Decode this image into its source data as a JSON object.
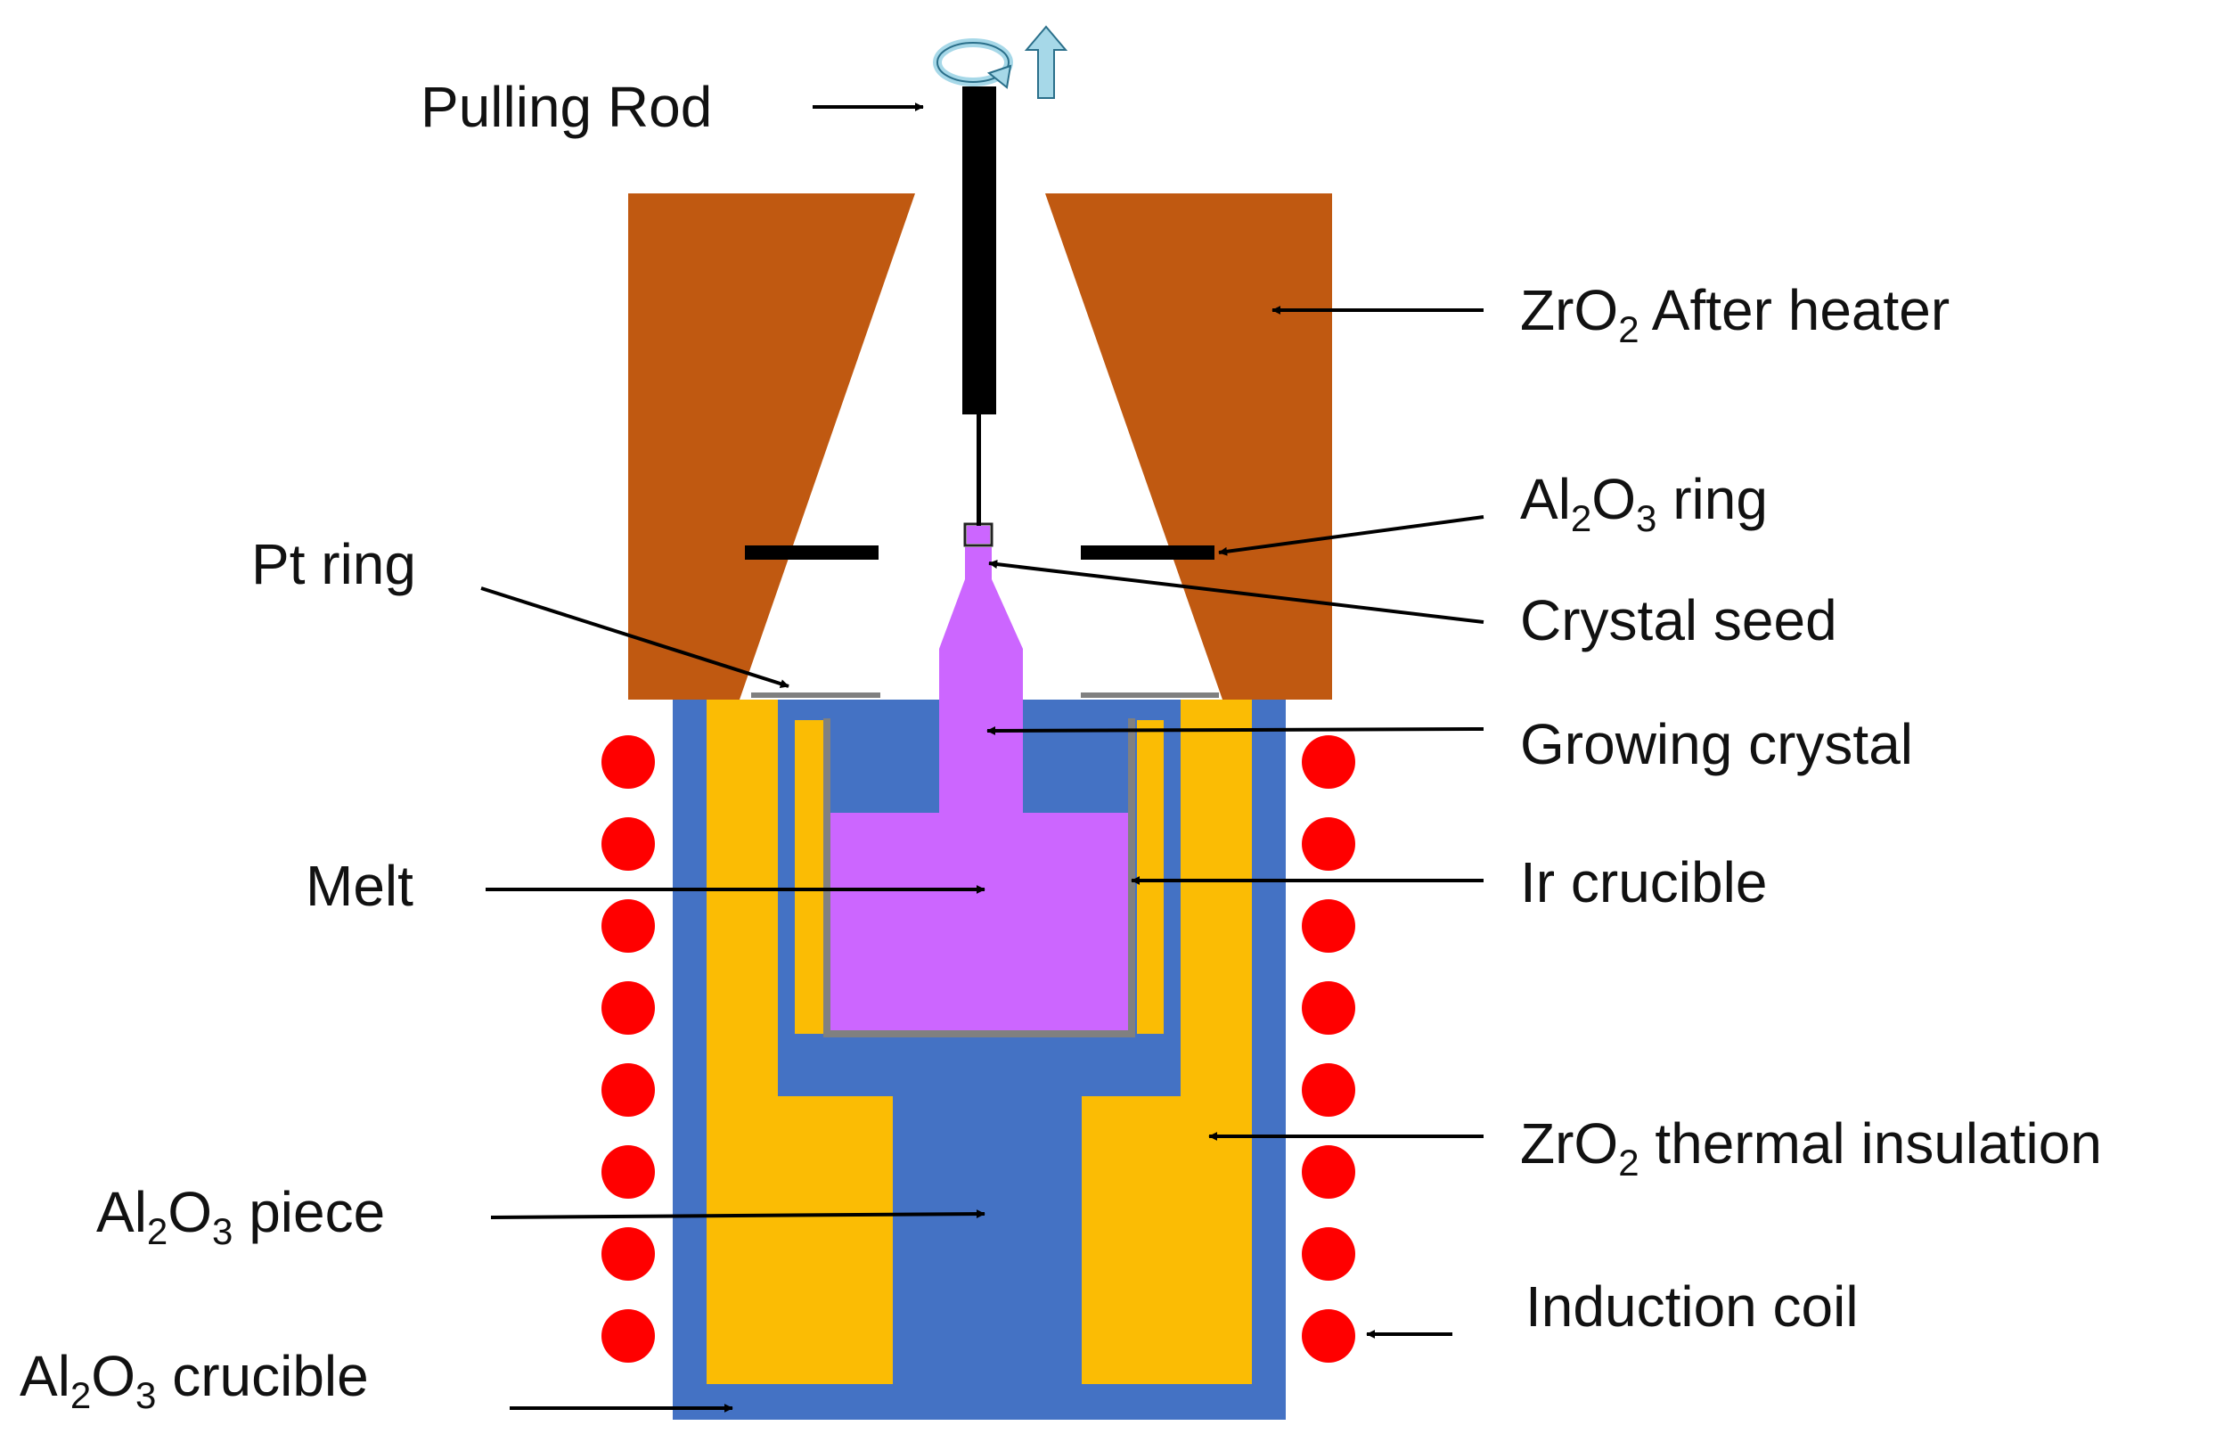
{
  "colors": {
    "after_heater": "#c05911",
    "al2o3": "#4472c4",
    "zro2_insulation": "#fbbc04",
    "melt_crystal": "#cc66ff",
    "ir_crucible": "#808080",
    "coil": "#ff0000",
    "rod": "#000000",
    "rotation_arrow": "#a6d8e8"
  },
  "icons": {
    "rotation": "rotation-arrow-icon",
    "pull": "up-arrow-icon"
  },
  "labels": {
    "pulling_rod": "Pulling Rod",
    "zro2_after_heater": {
      "pre": "ZrO",
      "sub": "2",
      "post": " After heater"
    },
    "al2o3_ring": {
      "pre": "Al",
      "sub1": "2",
      "mid": "O",
      "sub2": "3",
      "post": " ring"
    },
    "pt_ring": "Pt ring",
    "crystal_seed": "Crystal seed",
    "growing_crystal": "Growing crystal",
    "melt": "Melt",
    "ir_crucible": "Ir crucible",
    "zro2_thermal_insulation": {
      "pre": "ZrO",
      "sub": "2",
      "post": " thermal insulation"
    },
    "al2o3_piece": {
      "pre": "Al",
      "sub1": "2",
      "mid": "O",
      "sub2": "3",
      "post": " piece"
    },
    "induction_coil": "Induction coil",
    "al2o3_crucible": {
      "pre": "Al",
      "sub1": "2",
      "mid": "O",
      "sub2": "3",
      "post": " crucible"
    }
  }
}
